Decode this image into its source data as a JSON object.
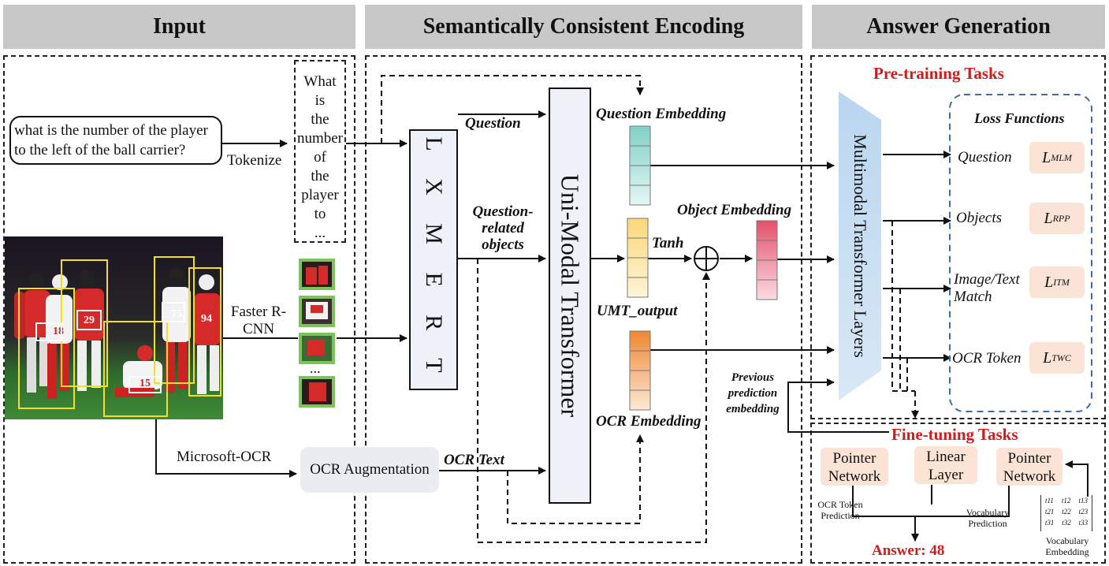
{
  "headers": {
    "input": "Input",
    "encoding": "Semantically Consistent Encoding",
    "answer": "Answer Generation"
  },
  "input": {
    "question_text": "what is the number of the player to the left of the ball carrier?",
    "tokenize_label": "Tokenize",
    "tokens": [
      "What",
      "is",
      "the",
      "number",
      "of",
      "the",
      "player",
      "to",
      "..."
    ],
    "faster_rcnn_label": "Faster R-CNN",
    "ellipsis": "...",
    "ocr_source_label": "Microsoft-OCR",
    "ocr_augmentation_label": "OCR Augmentation",
    "jersey_numbers": [
      "29",
      "75",
      "94",
      "15",
      "18"
    ]
  },
  "encoding": {
    "lxmert_label": "L X M E R T",
    "umt_label": "Uni-Modal Transformer",
    "question_label": "Question",
    "question_related_objects_label": "Question-related objects",
    "ocr_text_label": "OCR Text",
    "question_embedding_label": "Question Embedding",
    "tanh_label": "Tanh",
    "umt_output_label": "UMT_output",
    "object_embedding_label": "Object Embedding",
    "ocr_embedding_label": "OCR Embedding",
    "previous_prediction_label": "Previous prediction embedding",
    "plus_symbol": "⊕"
  },
  "answer": {
    "pretraining_title": "Pre-training Tasks",
    "mtl_label": "Multimodal Transformer Layers",
    "loss_title": "Loss Functions",
    "tasks": [
      {
        "label": "Question",
        "loss": "L",
        "sub": "MLM"
      },
      {
        "label": "Objects",
        "loss": "L",
        "sub": "RPP"
      },
      {
        "label": "Image/Text Match",
        "loss": "L",
        "sub": "ITM"
      },
      {
        "label": "OCR Token",
        "loss": "L",
        "sub": "TWC"
      }
    ],
    "finetuning_title": "Fine-tuning Tasks",
    "pointer_network_1": "Pointer Network",
    "linear_layer": "Linear Layer",
    "pointer_network_2": "Pointer Network",
    "ocr_token_prediction": "OCR Token Prediction",
    "vocabulary_prediction": "Vocabulary Prediction",
    "vocabulary_embedding": "Vocabulary Embedding",
    "matrix": [
      [
        "t11",
        "t12",
        "t13"
      ],
      [
        "t21",
        "t22",
        "t23"
      ],
      [
        "t31",
        "t32",
        "t33"
      ]
    ],
    "answer_text": "Answer: 48"
  },
  "colors": {
    "header_bg": "#c8c8c8",
    "box_bg": "#eef1f7",
    "question_embedding": "#a8e0da",
    "umt_output": "#fce49a",
    "object_embedding": "#e85d75",
    "ocr_embedding": "#f0903a",
    "mtl_fill": "#c5dcf0",
    "loss_bg": "#fbe3d6",
    "red_title": "#d11a1a",
    "loss_border": "#3d6bb3"
  }
}
